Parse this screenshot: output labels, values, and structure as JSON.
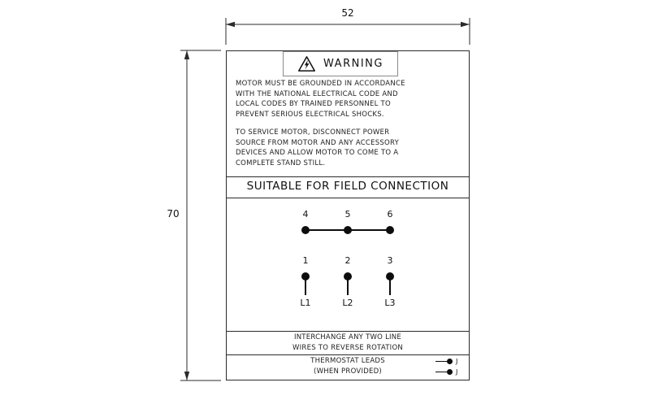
{
  "dimensions": {
    "width": "52",
    "height": "70"
  },
  "warning": {
    "title": "WARNING",
    "grounding_lines": [
      "MOTOR MUST BE GROUNDED IN ACCORDANCE",
      "WITH THE NATIONAL ELECTRICAL CODE AND",
      "LOCAL CODES BY TRAINED PERSONNEL TO",
      "PREVENT SERIOUS ELECTRICAL SHOCKS."
    ],
    "service_lines": [
      "TO SERVICE MOTOR, DISCONNECT POWER",
      "SOURCE FROM MOTOR AND ANY ACCESSORY",
      "DEVICES AND ALLOW MOTOR TO COME TO A",
      "COMPLETE STAND STILL."
    ]
  },
  "section_title": "SUITABLE FOR FIELD CONNECTION",
  "terminals": {
    "top": [
      "4",
      "5",
      "6"
    ],
    "bottom": [
      "1",
      "2",
      "3"
    ],
    "leads": [
      "L1",
      "L2",
      "L3"
    ]
  },
  "rotation_note": {
    "line1": "INTERCHANGE ANY TWO LINE",
    "line2": "WIRES TO REVERSE ROTATION"
  },
  "thermostat": {
    "line1": "THERMOSTAT LEADS",
    "line2": "(WHEN PROVIDED)",
    "lead_labels": [
      "J",
      "J"
    ]
  }
}
